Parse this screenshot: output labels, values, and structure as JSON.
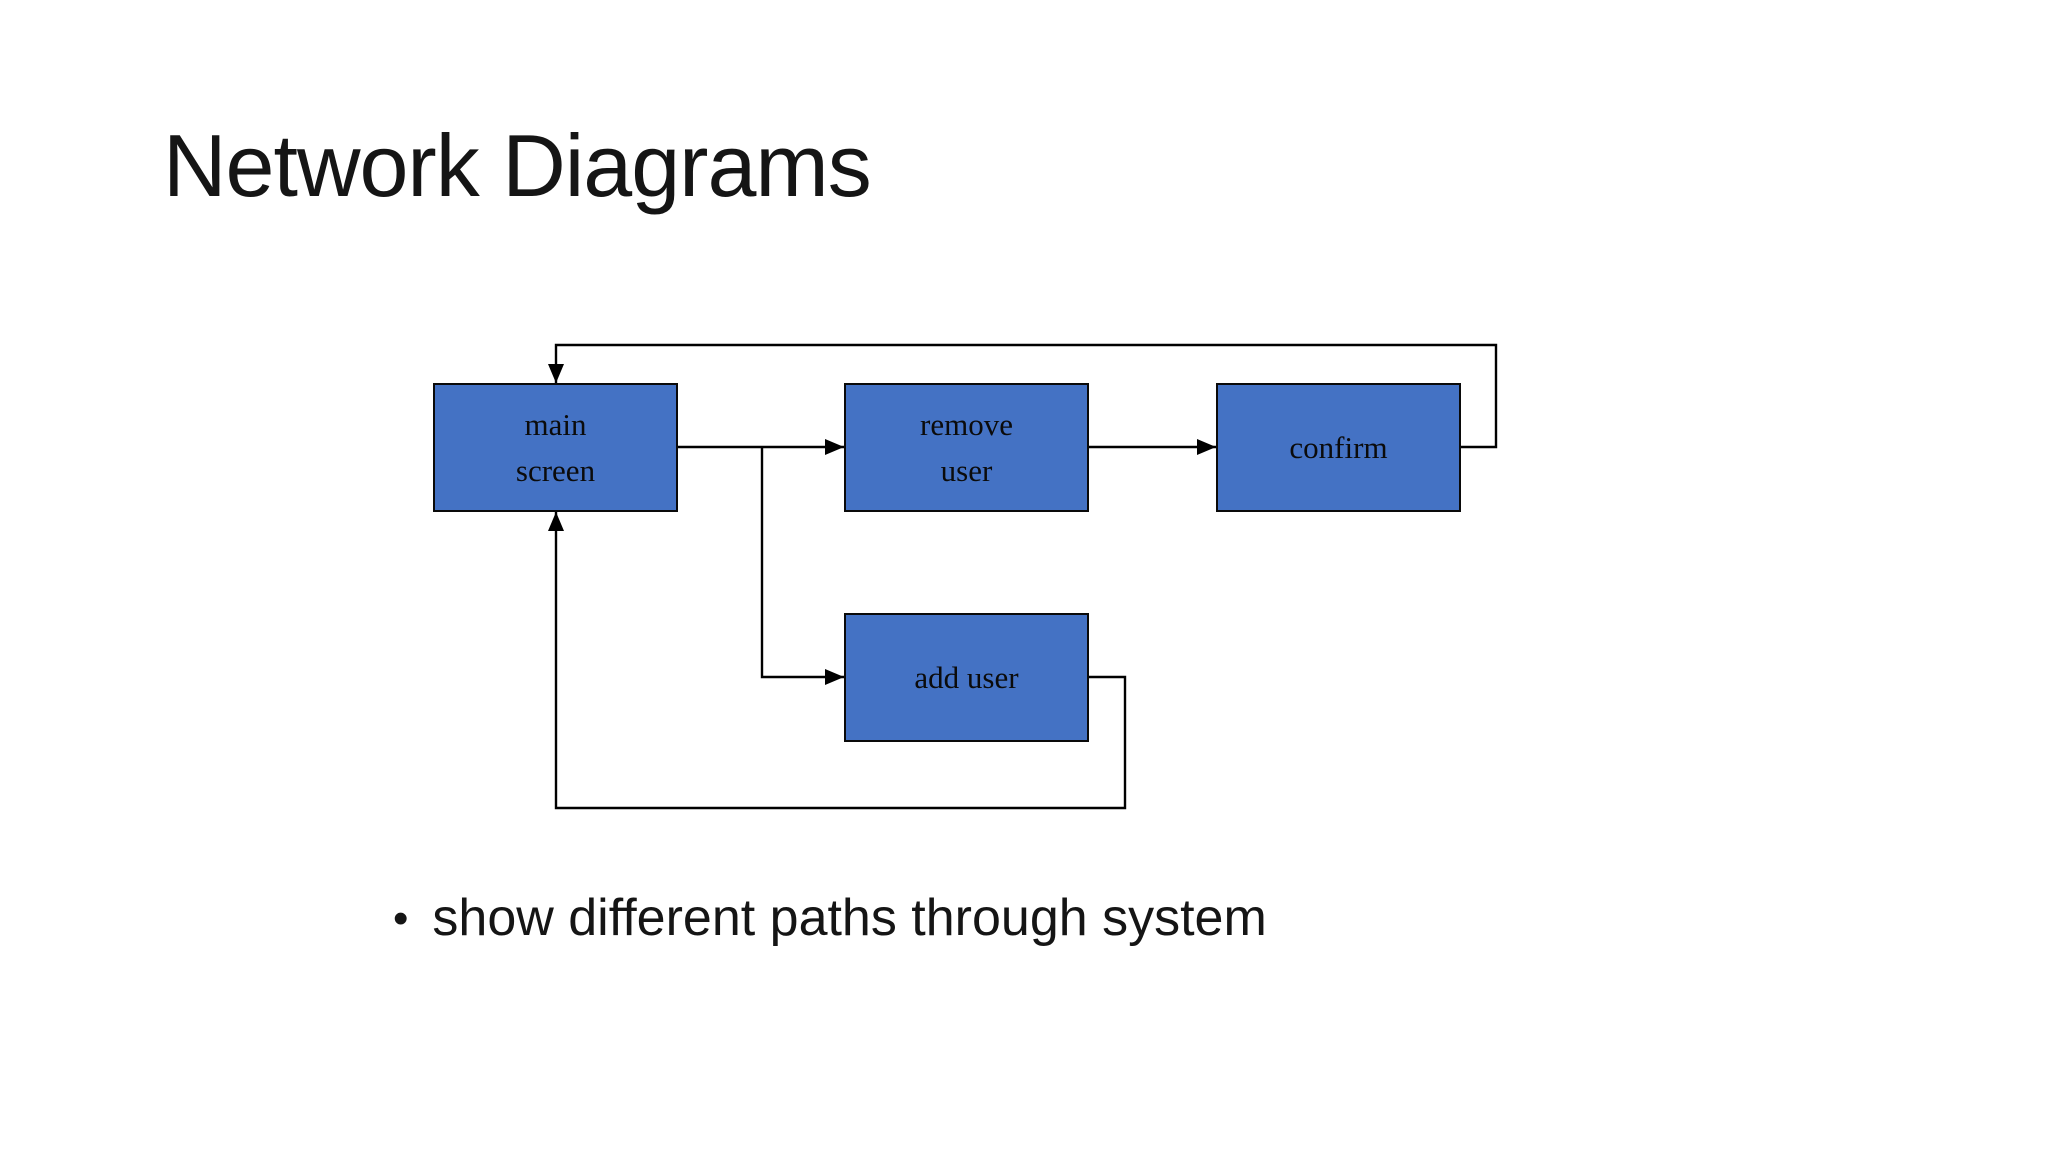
{
  "slide": {
    "title": "Network Diagrams",
    "bullet_marker": "•",
    "bullet_text": "show different paths through system"
  },
  "diagram": {
    "type": "network-flow",
    "accent_color": "#4472c4",
    "border_color": "#0a0a0a",
    "line_color": "#000000",
    "nodes": [
      {
        "id": "main-screen",
        "label": "main\nscreen"
      },
      {
        "id": "remove-user",
        "label": "remove\nuser"
      },
      {
        "id": "confirm",
        "label": "confirm"
      },
      {
        "id": "add-user",
        "label": "add user"
      }
    ],
    "edges": [
      {
        "from": "main-screen",
        "to": "remove-user"
      },
      {
        "from": "main-screen",
        "to": "add-user"
      },
      {
        "from": "remove-user",
        "to": "confirm"
      },
      {
        "from": "confirm",
        "to": "main-screen"
      },
      {
        "from": "add-user",
        "to": "main-screen"
      }
    ]
  }
}
